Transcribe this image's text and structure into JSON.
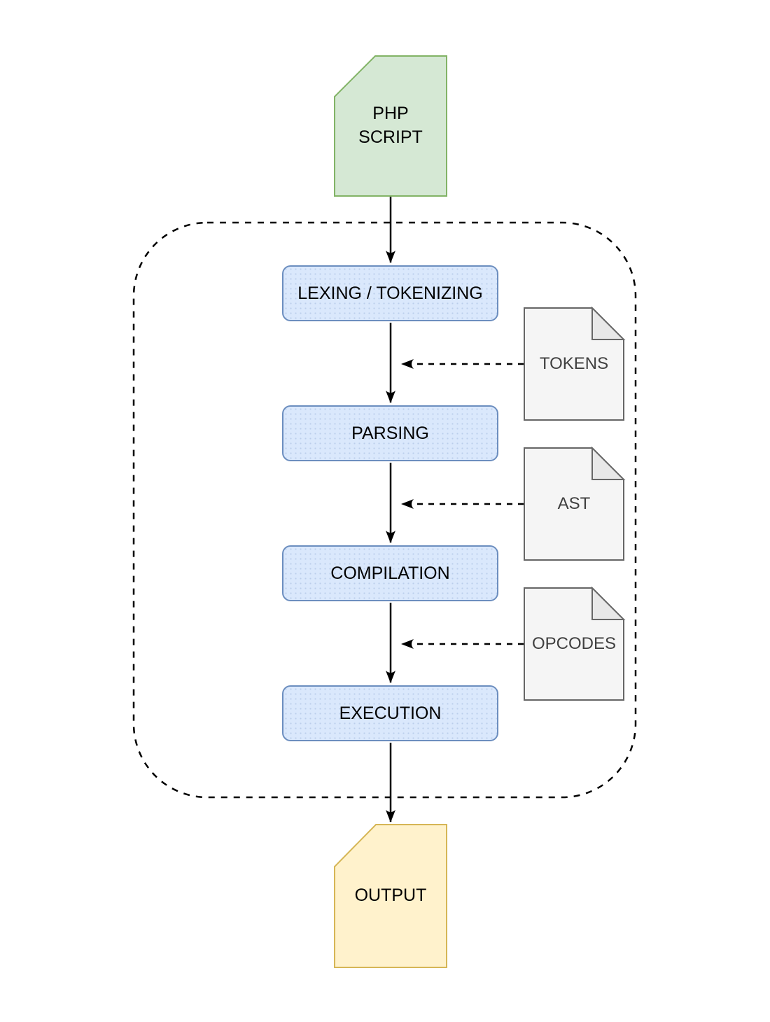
{
  "diagram": {
    "source": {
      "label": "PHP SCRIPT"
    },
    "engine": {
      "steps": [
        {
          "label": "LEXING / TOKENIZING"
        },
        {
          "label": "PARSING"
        },
        {
          "label": "COMPILATION"
        },
        {
          "label": "EXECUTION"
        }
      ],
      "artifacts": [
        {
          "label": "TOKENS"
        },
        {
          "label": "AST"
        },
        {
          "label": "OPCODES"
        }
      ]
    },
    "sink": {
      "label": "OUTPUT"
    },
    "colors": {
      "source_fill": "#d5e8d4",
      "source_stroke": "#82b366",
      "step_fill": "#dae8fc",
      "step_stroke": "#6c8ebf",
      "artifact_fill": "#f5f5f5",
      "artifact_fold_fill": "#e8e8e8",
      "artifact_stroke": "#666666",
      "sink_fill": "#fff2cc",
      "sink_stroke": "#d6b656",
      "arrow": "#000000"
    }
  }
}
